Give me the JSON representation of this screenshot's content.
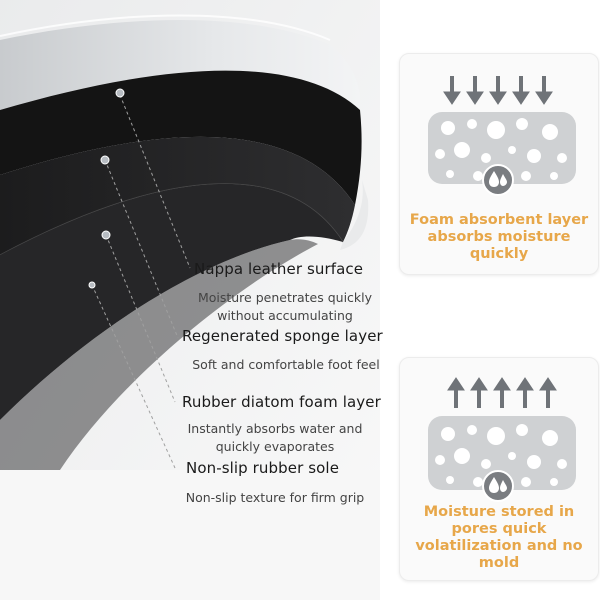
{
  "layers": [
    {
      "title": "Nappa leather surface",
      "description": "Moisture penetrates quickly\nwithout accumulating"
    },
    {
      "title": "Regenerated sponge layer",
      "description": "Soft and comfortable foot feel"
    },
    {
      "title": "Rubber diatom foam layer",
      "description": "Instantly absorbs water and\nquickly evaporates"
    },
    {
      "title": "Non-slip rubber sole",
      "description": "Non-slip texture for firm grip"
    }
  ],
  "cards": [
    {
      "caption": "Foam absorbent layer\nabsorbs moisture\nquickly",
      "arrow_direction": "down",
      "arrow_count": 5,
      "icon": "water-drops-icon"
    },
    {
      "caption": "Moisture stored in\npores quick\nvolatilization and no\nmold",
      "arrow_direction": "up",
      "arrow_count": 5,
      "icon": "water-drops-icon"
    }
  ],
  "colors": {
    "accent": "#e7a74a",
    "arrow": "#6f7378",
    "foam": "#c9cbcd",
    "icon_circle": "#7a7d81"
  }
}
